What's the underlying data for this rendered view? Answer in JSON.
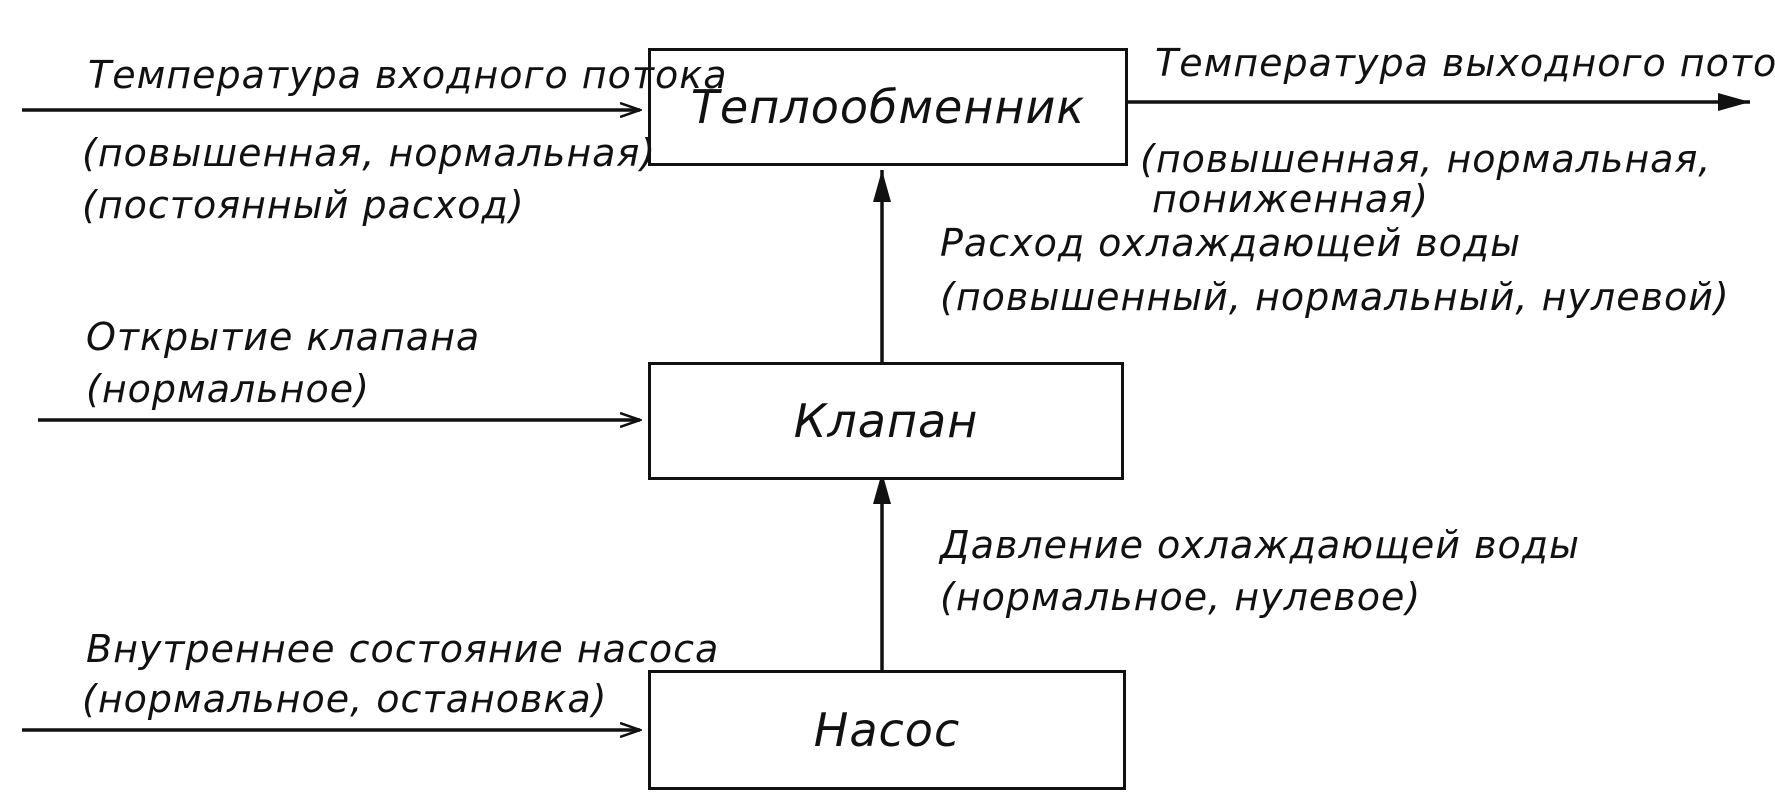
{
  "blocks": {
    "heat_exchanger": "Теплообменник",
    "valve": "Клапан",
    "pump": "Насос"
  },
  "signals": {
    "inlet_temp": {
      "name": "Температура входного потока",
      "states": "(повышенная, нормальная)",
      "note": "(постоянный расход)"
    },
    "outlet_temp": {
      "name": "Температура выходного потока",
      "states_1": "(повышенная, нормальная,",
      "states_2": "пониженная)"
    },
    "cooling_water_flow": {
      "name": "Расход охлаждающей воды",
      "states": "(повышенный, нормальный, нулевой)"
    },
    "valve_opening": {
      "name": "Открытие клапана",
      "states": "(нормальное)"
    },
    "cooling_water_pressure": {
      "name": "Давление охлаждающей воды",
      "states": "(нормальное, нулевое)"
    },
    "pump_state": {
      "name": "Внутреннее состояние насоса",
      "states": "(нормальное, остановка)"
    }
  }
}
